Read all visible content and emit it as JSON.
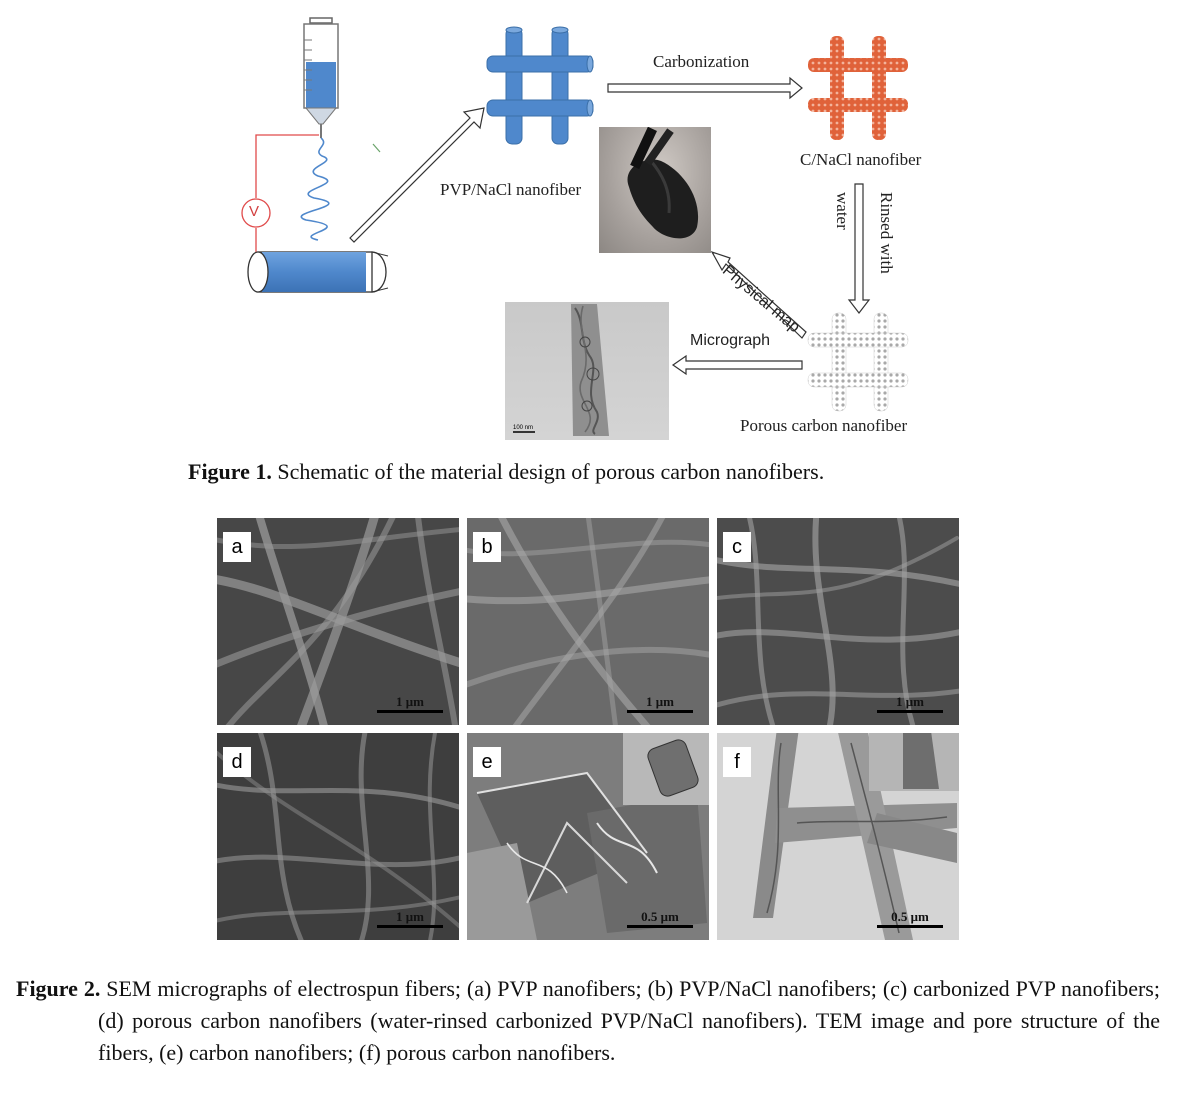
{
  "figure1": {
    "labels": {
      "voltage": "V",
      "pvp_nacl": "PVP/NaCl nanofiber",
      "carbonization": "Carbonization",
      "c_nacl": "C/NaCl nanofiber",
      "rinsed_with": "Rinsed with",
      "water": "water",
      "physical_map": "Physical map",
      "micrograph": "Micrograph",
      "porous_carbon": "Porous carbon nanofiber",
      "tem_scale": "100 nm"
    },
    "caption_label": "Figure 1.",
    "caption_text": " Schematic of the material design of porous carbon nanofibers.",
    "colors": {
      "blue_fiber": "#4f88cc",
      "orange_fiber": "#d9552b",
      "gray_fiber": "#b8b8b8",
      "voltage_circuit": "#e04a4a"
    }
  },
  "figure2": {
    "panels": [
      {
        "label": "a",
        "scale": "1 μm"
      },
      {
        "label": "b",
        "scale": "1 μm"
      },
      {
        "label": "c",
        "scale": "1 μm"
      },
      {
        "label": "d",
        "scale": "1 μm"
      },
      {
        "label": "e",
        "scale": "0.5 μm"
      },
      {
        "label": "f",
        "scale": "0.5 μm"
      }
    ],
    "caption_label": "Figure 2.",
    "caption_text": " SEM micrographs of electrospun fibers; (a) PVP nanofibers; (b) PVP/NaCl nanofibers; (c) carbonized PVP nanofibers; (d) porous carbon nanofibers (water-rinsed carbonized PVP/NaCl nanofibers). TEM image and pore structure of the fibers, (e) carbon nanofibers; (f) porous carbon nanofibers."
  }
}
